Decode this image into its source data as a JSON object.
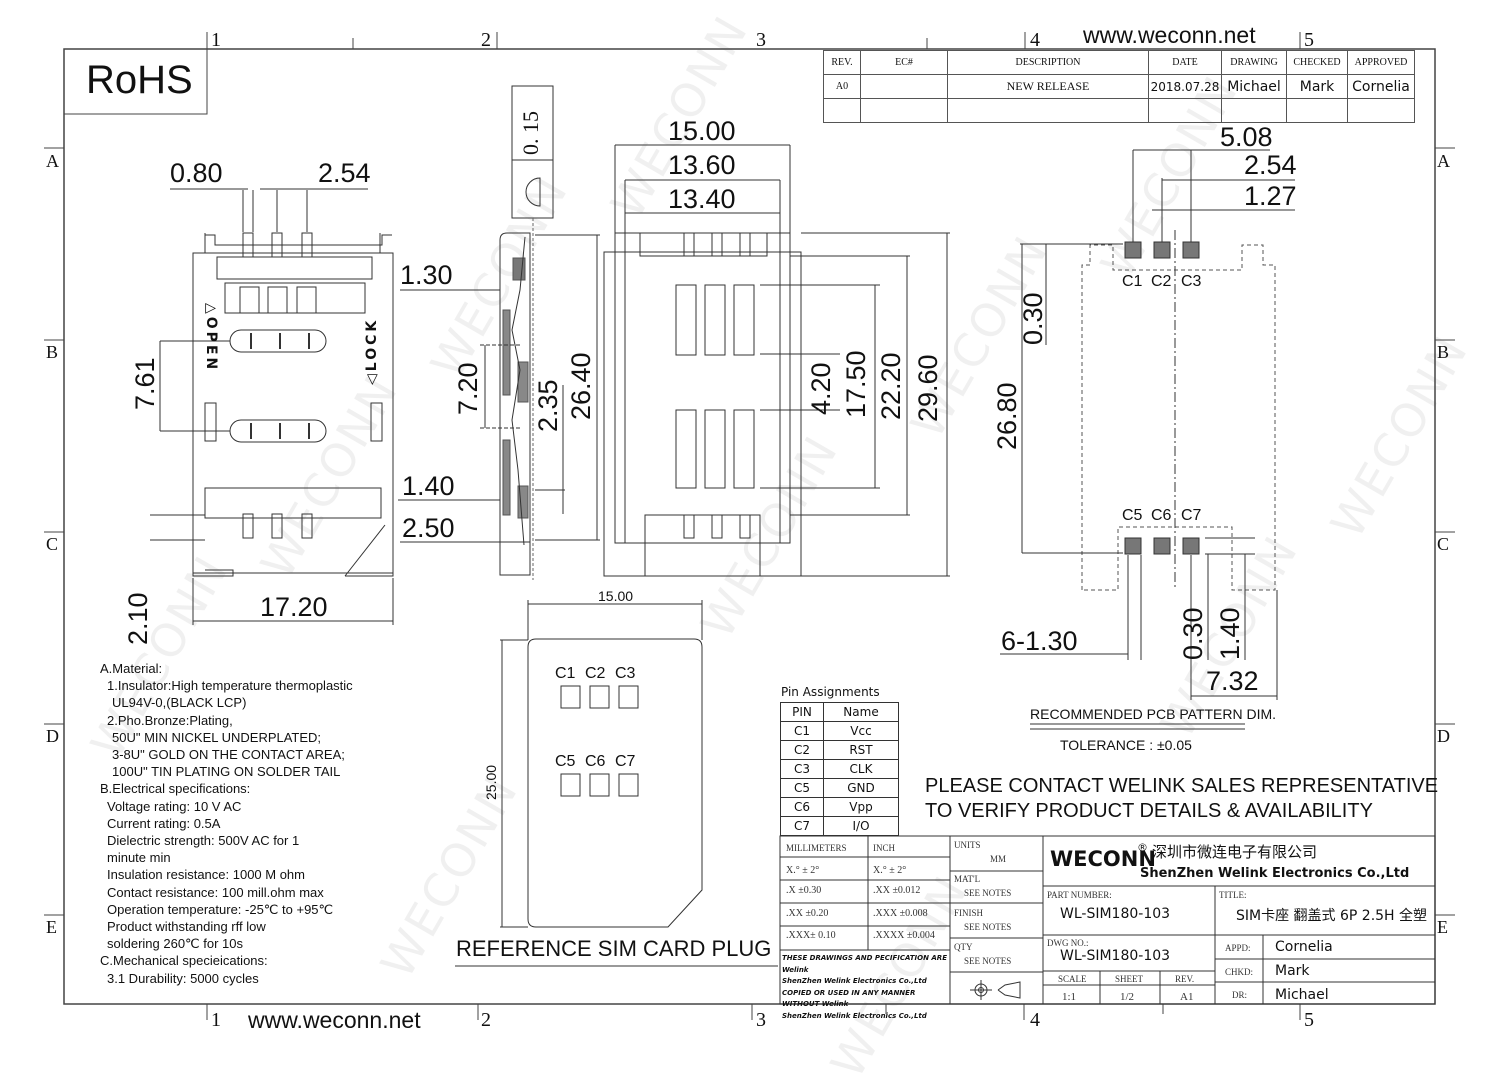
{
  "frame": {
    "column_markers": [
      "1",
      "2",
      "3",
      "4",
      "5"
    ],
    "row_markers": [
      "A",
      "B",
      "C",
      "D",
      "E"
    ],
    "website_top": "www.weconn.net",
    "website_bottom": "www.weconn.net",
    "rohs_label": "RoHS",
    "watermark": "WECONN"
  },
  "revision_table": {
    "headers": [
      "REV.",
      "EC#",
      "DESCRIPTION",
      "DATE",
      "DRAWING",
      "CHECKED",
      "APPROVED"
    ],
    "rows": [
      [
        "A0",
        "",
        "NEW RELEASE",
        "2018.07.28",
        "Michael",
        "Mark",
        "Cornelia"
      ],
      [
        "",
        "",
        "",
        "",
        "",
        "",
        ""
      ]
    ]
  },
  "top_view": {
    "dims": {
      "pin_width": "0.80",
      "pitch": "2.54",
      "pitch_spacing": "7.61",
      "height_offset": "2.10",
      "width": "17.20"
    },
    "open_label": "OPEN",
    "lock_label": "LOCK"
  },
  "side_view": {
    "flatness_box": "0. 15",
    "dims": {
      "d1": "1.30",
      "d2": "7.20",
      "d3": "2.35",
      "d4": "26.40",
      "d5": "1.40",
      "d6": "2.50"
    }
  },
  "front_view": {
    "dims": {
      "w1": "15.00",
      "w2": "13.60",
      "w3": "13.40",
      "h1": "4.20",
      "h2": "17.50",
      "h3": "22.20",
      "h4": "29.60"
    }
  },
  "sim_card": {
    "title": "REFERENCE SIM CARD PLUG",
    "width": "15.00",
    "height": "25.00",
    "top_contacts": [
      "C1",
      "C2",
      "C3"
    ],
    "bottom_contacts": [
      "C5",
      "C6",
      "C7"
    ]
  },
  "pcb_pattern": {
    "title": "RECOMMENDED PCB PATTERN DIM.",
    "tolerance": "TOLERANCE : ±0.05",
    "top_contacts": [
      "C1",
      "C2",
      "C3"
    ],
    "bottom_contacts": [
      "C5",
      "C6",
      "C7"
    ],
    "dims": {
      "span": "5.08",
      "pitch": "2.54",
      "half_pitch": "1.27",
      "offset_top": "0.30",
      "height": "26.80",
      "pad": "6-1.30",
      "offset_bottom": "0.30",
      "pad_len": "1.40",
      "x_offset": "7.32"
    }
  },
  "contact_notice": {
    "line1": "PLEASE CONTACT WELINK SALES REPRESENTATIVE",
    "line2": "TO VERIFY PRODUCT DETAILS & AVAILABILITY"
  },
  "pin_assignments": {
    "title": "Pin Assignments",
    "headers": [
      "PIN",
      "Name"
    ],
    "rows": [
      [
        "C1",
        "Vcc"
      ],
      [
        "C2",
        "RST"
      ],
      [
        "C3",
        "CLK"
      ],
      [
        "C5",
        "GND"
      ],
      [
        "C6",
        "Vpp"
      ],
      [
        "C7",
        "I/O"
      ]
    ]
  },
  "notes": [
    "A.Material:",
    "  1.Insulator:High temperature thermoplastic",
    "   UL94V-0,(BLACK LCP)",
    "  2.Pho.Bronze:Plating,",
    "   50U\" MIN NICKEL UNDERPLATED;",
    "   3-8U\" GOLD ON THE CONTACT AREA;",
    "   100U\" TIN PLATING ON SOLDER TAIL",
    "B.Electrical specifications:",
    "  Voltage rating: 10 V AC",
    "  Current rating: 0.5A",
    "  Dielectric strength: 500V AC for 1",
    "  minute min",
    "  Insulation resistance: 1000 M ohm",
    "  Contact resistance: 100 mill.ohm max",
    "  Operation temperature: -25℃ to +95℃",
    "  Product withstanding rff low",
    "  soldering 260℃ for 10s",
    "C.Mechanical specieications:",
    "  3.1 Durability: 5000 cycles"
  ],
  "tolerance_block": {
    "headers": [
      "MILLIMETERS",
      "INCH"
    ],
    "rows": [
      [
        "X.°  ± 2°",
        "X.°  ± 2°"
      ],
      [
        ".X   ±0.30",
        ".XX   ±0.012"
      ],
      [
        ".XX  ±0.20",
        ".XXX  ±0.008"
      ],
      [
        ".XXX± 0.10",
        ".XXXX ±0.004"
      ]
    ],
    "disclaimer": [
      "THESE DRAWINGS AND PECIFICATION  ARE Welink",
      "ShenZhen Welink Electronics Co.,Ltd",
      " COPIED OR USED IN ANY MANNER WITHOUT Welink",
      "ShenZhen Welink Electronics Co.,Ltd"
    ]
  },
  "units_block": {
    "units_label": "UNITS",
    "units_value": "MM",
    "matl_label": "MAT'L",
    "matl_value": "SEE NOTES",
    "finish_label": "FINISH",
    "finish_value": "SEE NOTES",
    "qty_label": "QTY",
    "qty_value": "SEE NOTES"
  },
  "title_block": {
    "brand": "WECONN",
    "registered": "®",
    "company_cn": "深圳市微连电子有限公司",
    "company_en": "ShenZhen Welink Electronics Co.,Ltd",
    "part_number_label": "PART NUMBER:",
    "part_number": "WL-SIM180-103",
    "title_label": "TITLE:",
    "title": "SIM卡座 翻盖式 6P 2.5H 全塑",
    "dwg_label": "DWG NO.:",
    "dwg_no": "WL-SIM180-103",
    "scale_label": "SCALE",
    "scale": "1:1",
    "sheet_label": "SHEET",
    "sheet": "1/2",
    "rev_label": "REV.",
    "rev": "A1",
    "appd_label": "APPD:",
    "appd": "Cornelia",
    "chkd_label": "CHKD:",
    "chkd": "Mark",
    "dr_label": "DR:",
    "dr": "Michael"
  }
}
